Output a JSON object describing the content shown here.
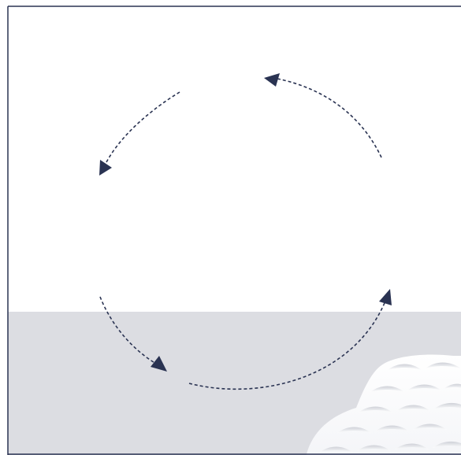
{
  "diagram": {
    "type": "cycle",
    "arrow_count": 4,
    "direction": "counter-clockwise",
    "arrow_style": "dashed",
    "regions": [
      "sky",
      "water",
      "cloud"
    ]
  },
  "colors": {
    "frame": "#2a3352",
    "arrow": "#2a3352",
    "sky": "#ffffff",
    "water": "#dcdde2",
    "cloud": "#ffffff",
    "cloud_shade": "#d8dae0"
  }
}
